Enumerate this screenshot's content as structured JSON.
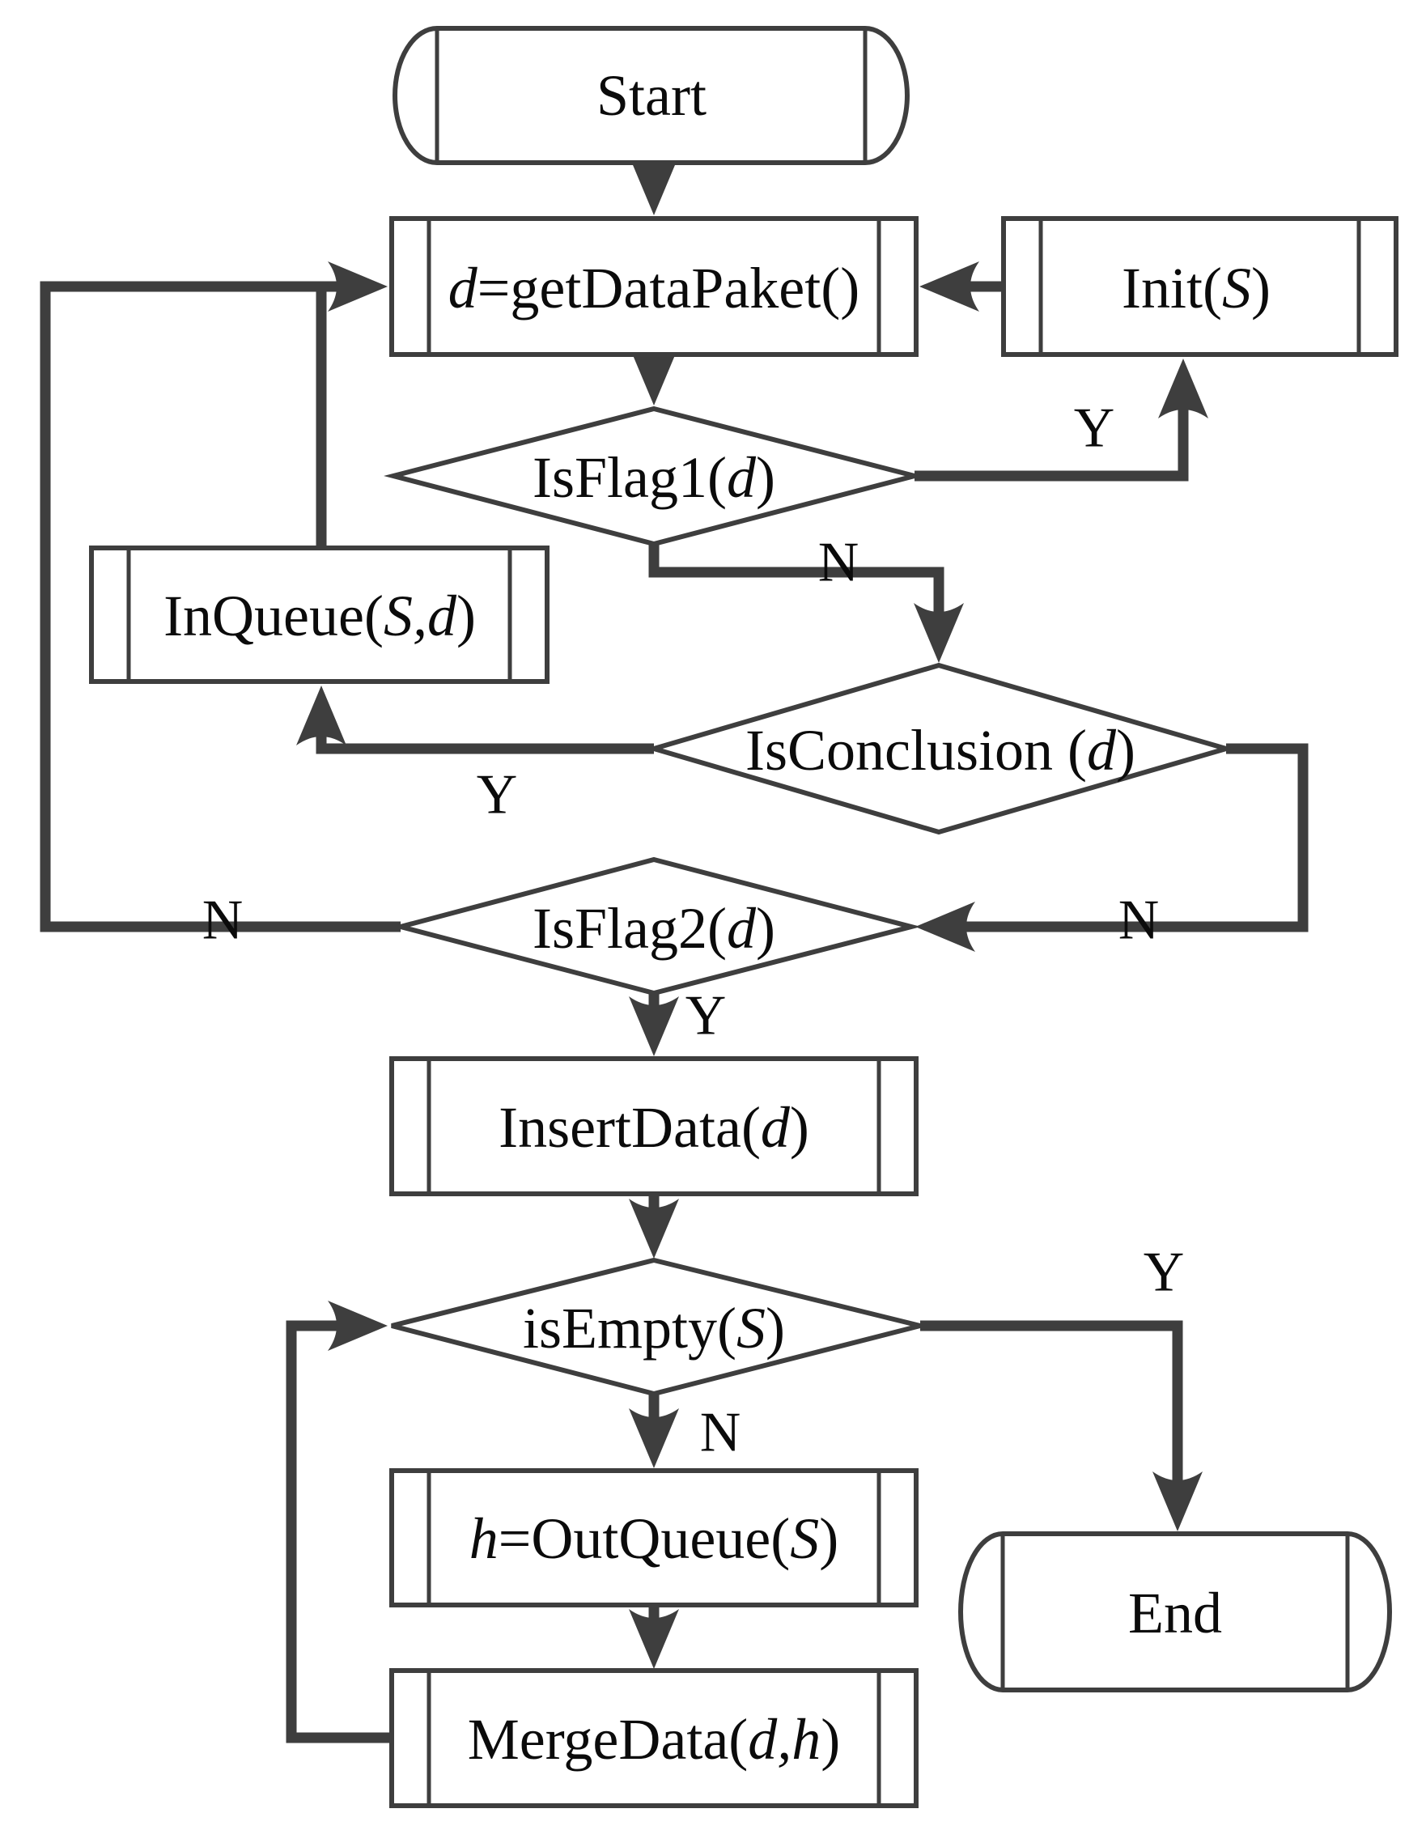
{
  "figure": {
    "type": "flowchart",
    "background": "#ffffff",
    "line_color": "#3e3e3e",
    "text_color": "#0b0b0b"
  },
  "nodes": {
    "start": {
      "shape": "terminator",
      "label": [
        {
          "t": "Start"
        }
      ]
    },
    "get_data": {
      "shape": "predefined-process",
      "label": [
        {
          "t": "d",
          "i": 1
        },
        {
          "t": "=getDataPaket()"
        }
      ]
    },
    "init": {
      "shape": "predefined-process",
      "label": [
        {
          "t": "Init("
        },
        {
          "t": "S",
          "i": 1
        },
        {
          "t": ")"
        }
      ]
    },
    "is_flag1": {
      "shape": "decision",
      "label": [
        {
          "t": "IsFlag1("
        },
        {
          "t": "d",
          "i": 1
        },
        {
          "t": ")"
        }
      ]
    },
    "in_queue": {
      "shape": "predefined-process",
      "label": [
        {
          "t": "InQueue("
        },
        {
          "t": "S,d",
          "i": 1
        },
        {
          "t": ")"
        }
      ]
    },
    "is_conclusion": {
      "shape": "decision",
      "label": [
        {
          "t": "IsConclusion ("
        },
        {
          "t": "d",
          "i": 1
        },
        {
          "t": ")"
        }
      ]
    },
    "is_flag2": {
      "shape": "decision",
      "label": [
        {
          "t": "IsFlag2("
        },
        {
          "t": "d",
          "i": 1
        },
        {
          "t": ")"
        }
      ]
    },
    "insert_data": {
      "shape": "predefined-process",
      "label": [
        {
          "t": "InsertData("
        },
        {
          "t": "d",
          "i": 1
        },
        {
          "t": ")"
        }
      ]
    },
    "is_empty": {
      "shape": "decision",
      "label": [
        {
          "t": "isEmpty("
        },
        {
          "t": "S",
          "i": 1
        },
        {
          "t": ")"
        }
      ]
    },
    "out_queue": {
      "shape": "predefined-process",
      "label": [
        {
          "t": "h",
          "i": 1
        },
        {
          "t": "=OutQueue("
        },
        {
          "t": "S",
          "i": 1
        },
        {
          "t": ")"
        }
      ]
    },
    "end": {
      "shape": "terminator",
      "label": [
        {
          "t": "End"
        }
      ]
    },
    "merge_data": {
      "shape": "predefined-process",
      "label": [
        {
          "t": "MergeData("
        },
        {
          "t": "d,h",
          "i": 1
        },
        {
          "t": ")"
        }
      ]
    }
  },
  "edge_labels": {
    "flag1_yes": "Y",
    "flag1_no": "N",
    "conclusion_yes": "Y",
    "conclusion_no": "N",
    "flag2_yes": "Y",
    "flag2_no": "N",
    "empty_yes": "Y",
    "empty_no": "N"
  }
}
